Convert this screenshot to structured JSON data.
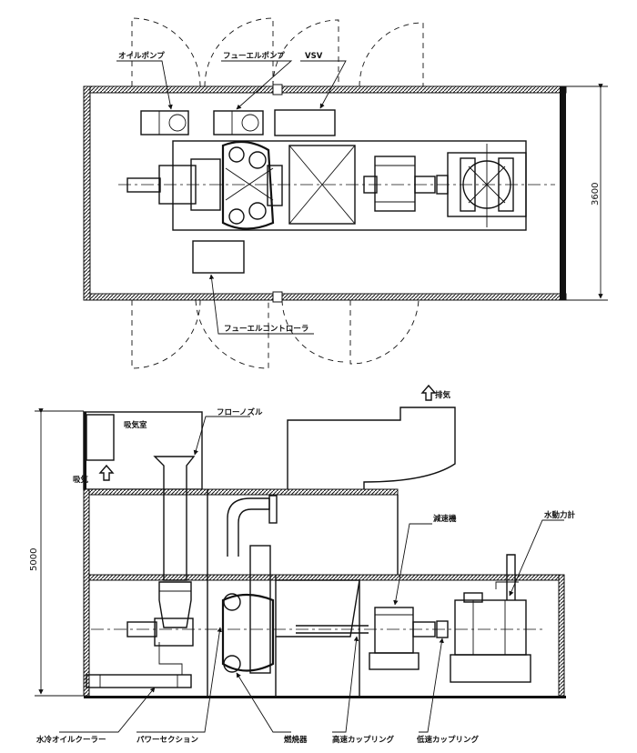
{
  "top_view": {
    "labels": {
      "oil_pump": "オイルポンプ",
      "fuel_pump": "フューエルポンプ",
      "vsv": "VSV",
      "fuel_controller": "フューエルコントローラ"
    },
    "dimension_width": "3600"
  },
  "side_view": {
    "labels": {
      "exhaust": "排気",
      "intake_room": "吸気室",
      "intake": "吸気",
      "flow_nozzle": "フローノズル",
      "reducer": "減速機",
      "dynamometer": "水動力計",
      "water_oil_cooler": "水冷オイルクーラー",
      "power_section": "パワーセクション",
      "combustor": "燃焼器",
      "high_speed_coupling": "高速カップリング",
      "low_speed_coupling": "低速カップリング"
    },
    "dimension_height": "5000"
  }
}
